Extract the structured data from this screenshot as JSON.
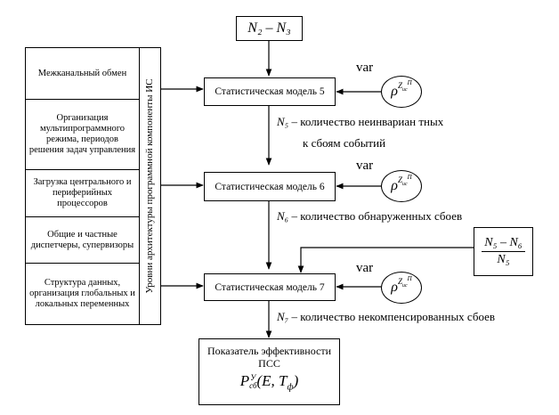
{
  "top_input": {
    "label": "N₂ – N₃"
  },
  "left_panel": {
    "levels": [
      "Межканальный обмен",
      "Организация мультипрограммного режима, периодов решения задач управления",
      "Загрузка центрального и периферийных процессоров",
      "Общие и частные диспетчеры, супервизоры",
      "Структура данных, организация глобальных и локальных переменных"
    ],
    "vertical_title": "Уровни архитектуры программной компоненты ИС"
  },
  "models": [
    {
      "label": "Статистическая модель 5"
    },
    {
      "label": "Статистическая модель 6"
    },
    {
      "label": "Статистическая модель 7"
    }
  ],
  "var_label": "var",
  "rho": {
    "symbol": "ρ",
    "sup1": "Z",
    "sub1": "ис",
    "sup2": "П"
  },
  "outputs": {
    "n5": {
      "symbol": "N₅",
      "text1": " – количество неинвариан тных",
      "text2": "к сбоям событий"
    },
    "n6": {
      "symbol": "N₆",
      "text": " – количество  обнаруженных сбоев"
    },
    "n7": {
      "symbol": "N₇",
      "text": " – количество некомпенсированных  сбоев"
    }
  },
  "fraction": {
    "numerator": "N₅ – N₆",
    "denominator": "N₅"
  },
  "result": {
    "line1": "Показатель эффективности",
    "line2": "ПСС",
    "formula_main": "P",
    "formula_sub": "сб",
    "formula_sup": "У",
    "formula_args": "(E, T",
    "formula_args_sub": "ф",
    "formula_close": ")"
  }
}
